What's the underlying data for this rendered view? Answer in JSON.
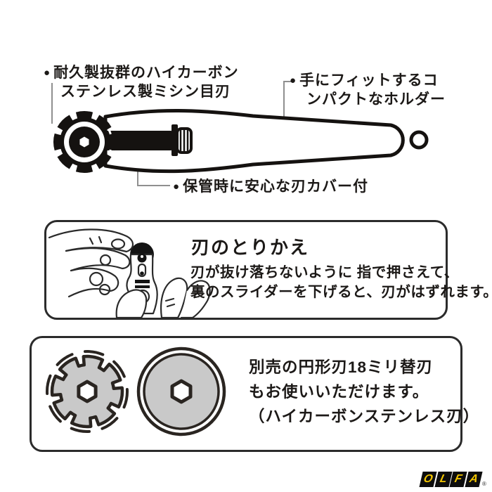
{
  "colors": {
    "ink": "#1c1917",
    "blade_gray": "#c9c9c9",
    "leader_line": "#8f8f8f",
    "box_border": "#2b2b2b",
    "logo_bg": "#0d0d0d",
    "logo_yellow": "#f2c500"
  },
  "diagram": {
    "callout_blade": {
      "bullet": "●",
      "line1": "耐久製抜群のハイカーボン",
      "line2": "ステンレス製ミシン目刃"
    },
    "callout_holder": {
      "bullet": "●",
      "line1": "手にフィットするコ",
      "line2": "ンパクトなホルダー"
    },
    "callout_cover": {
      "bullet": "●",
      "text": "保管時に安心な刃カバー付"
    }
  },
  "replace_box": {
    "title": "刃のとりかえ",
    "body_line1": "刃が抜け落ちないように 指で押さえて、",
    "body_line2": "裏のスライダーを下げると、刃がはずれます。"
  },
  "optional_box": {
    "line1": "別売の円形刃18ミリ替刃",
    "line2": "もお使いいただけます。",
    "line3": "（ハイカーボンステンレス刃）"
  },
  "logo": {
    "letters": [
      "O",
      "L",
      "F",
      "A"
    ],
    "registered": "®"
  }
}
